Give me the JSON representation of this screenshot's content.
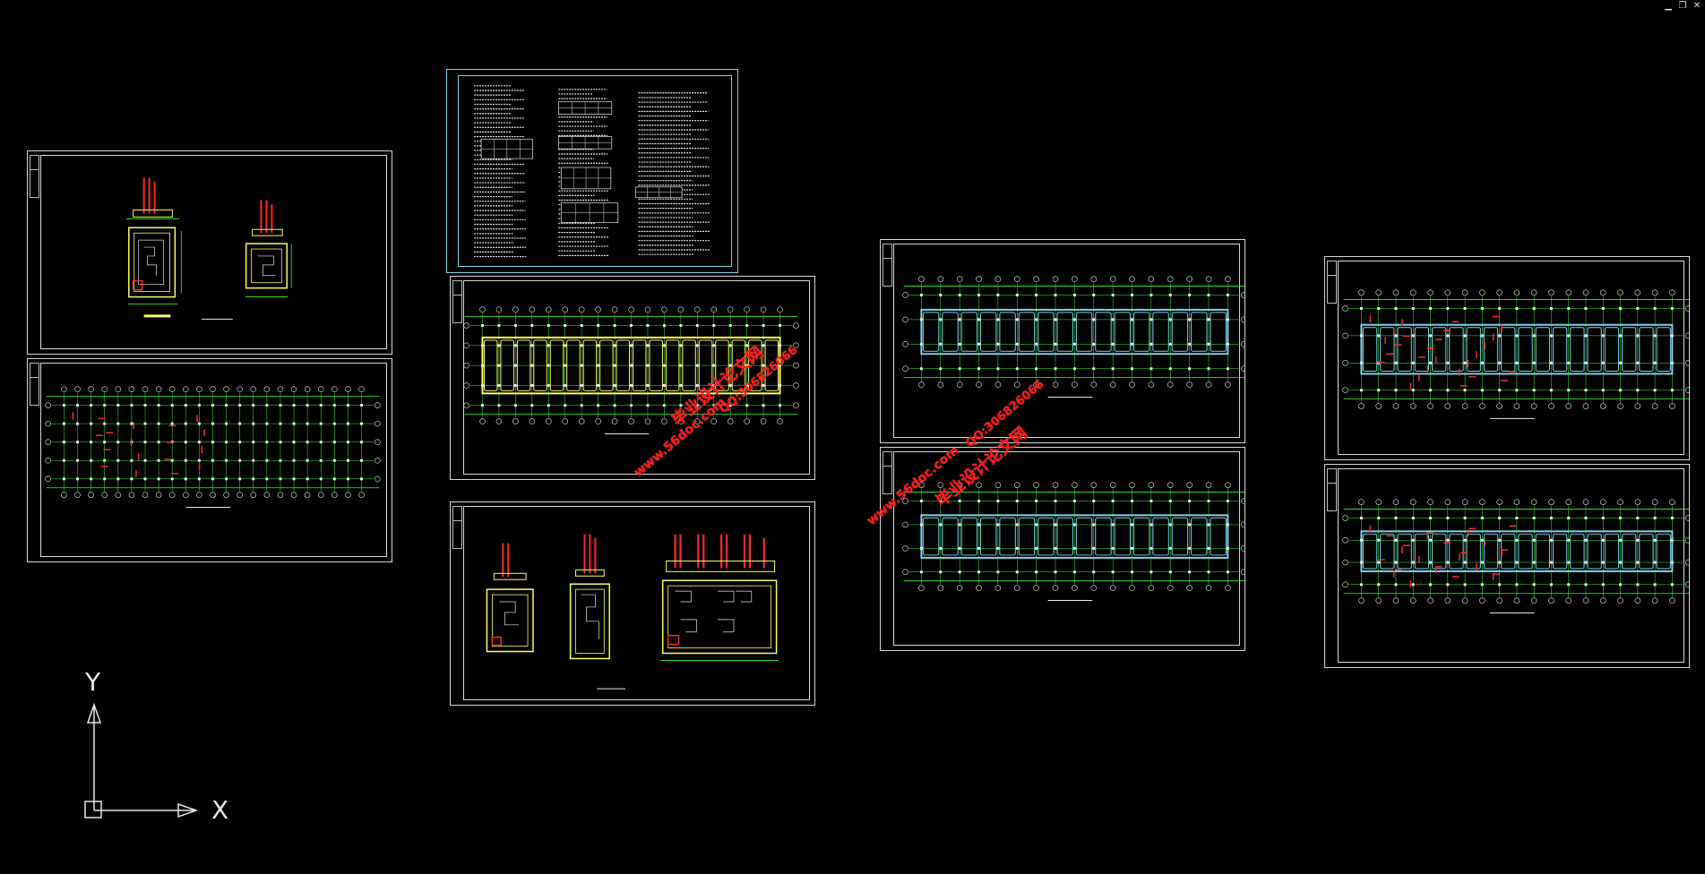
{
  "window": {
    "minimize_glyph": "▁",
    "restore_glyph": "❐",
    "close_glyph": "✕"
  },
  "ucs": {
    "x_label": "X",
    "y_label": "Y"
  },
  "watermarks": {
    "site": "www.56doc.com",
    "qq": "QQ:306826066",
    "brand": "毕业设计论文网"
  },
  "colors": {
    "background": "#000000",
    "grid_green": "#33ff33",
    "structure_cyan": "#7fd4e8",
    "rebar_red": "#ff2a2a",
    "frame_white": "#d8d8d8",
    "highlight_yellow": "#ffff66",
    "watermark_red": "#ff1a1a"
  }
}
